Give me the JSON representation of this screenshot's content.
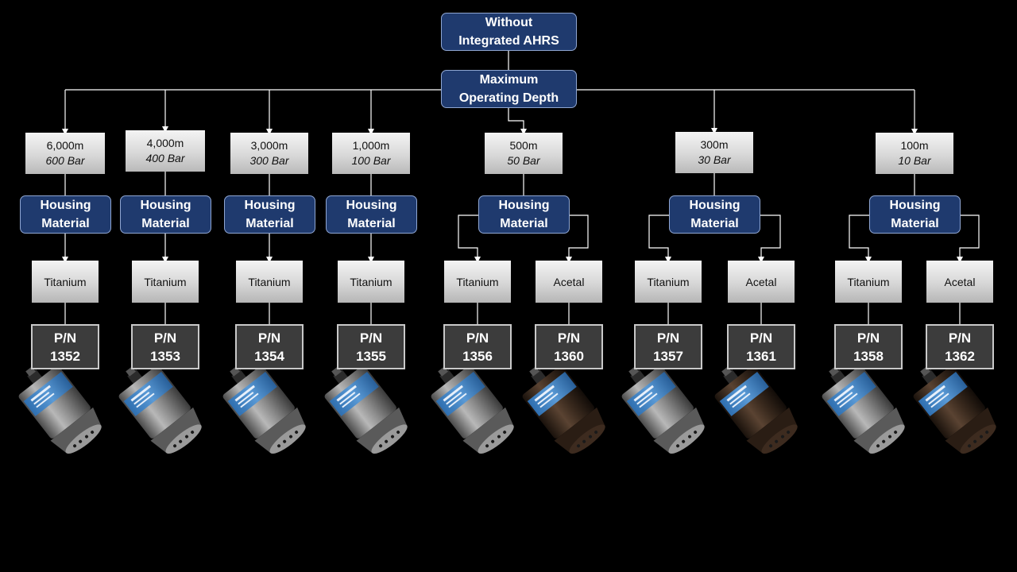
{
  "root": {
    "line1": "Without",
    "line2": "Integrated AHRS"
  },
  "depth_node": {
    "line1": "Maximum",
    "line2": "Operating Depth"
  },
  "housing_label": {
    "line1": "Housing",
    "line2": "Material"
  },
  "pn_label": "P/N",
  "materials": {
    "titanium": "Titanium",
    "acetal": "Acetal"
  },
  "colors": {
    "node_blue": "#1f3a6e",
    "background": "#000000",
    "pn_box": "#3c3c3c",
    "connector": "#ffffff"
  },
  "depths": [
    {
      "depth": "6,000m",
      "pressure": "600 Bar",
      "options": [
        {
          "material": "Titanium",
          "pn": "1352"
        }
      ]
    },
    {
      "depth": "4,000m",
      "pressure": "400 Bar",
      "options": [
        {
          "material": "Titanium",
          "pn": "1353"
        }
      ]
    },
    {
      "depth": "3,000m",
      "pressure": "300 Bar",
      "options": [
        {
          "material": "Titanium",
          "pn": "1354"
        }
      ]
    },
    {
      "depth": "1,000m",
      "pressure": "100 Bar",
      "options": [
        {
          "material": "Titanium",
          "pn": "1355"
        }
      ]
    },
    {
      "depth": "500m",
      "pressure": "50 Bar",
      "options": [
        {
          "material": "Titanium",
          "pn": "1356"
        },
        {
          "material": "Acetal",
          "pn": "1360"
        }
      ]
    },
    {
      "depth": "300m",
      "pressure": "30 Bar",
      "options": [
        {
          "material": "Titanium",
          "pn": "1357"
        },
        {
          "material": "Acetal",
          "pn": "1361"
        }
      ]
    },
    {
      "depth": "100m",
      "pressure": "10 Bar",
      "options": [
        {
          "material": "Titanium",
          "pn": "1358"
        },
        {
          "material": "Acetal",
          "pn": "1362"
        }
      ]
    }
  ]
}
